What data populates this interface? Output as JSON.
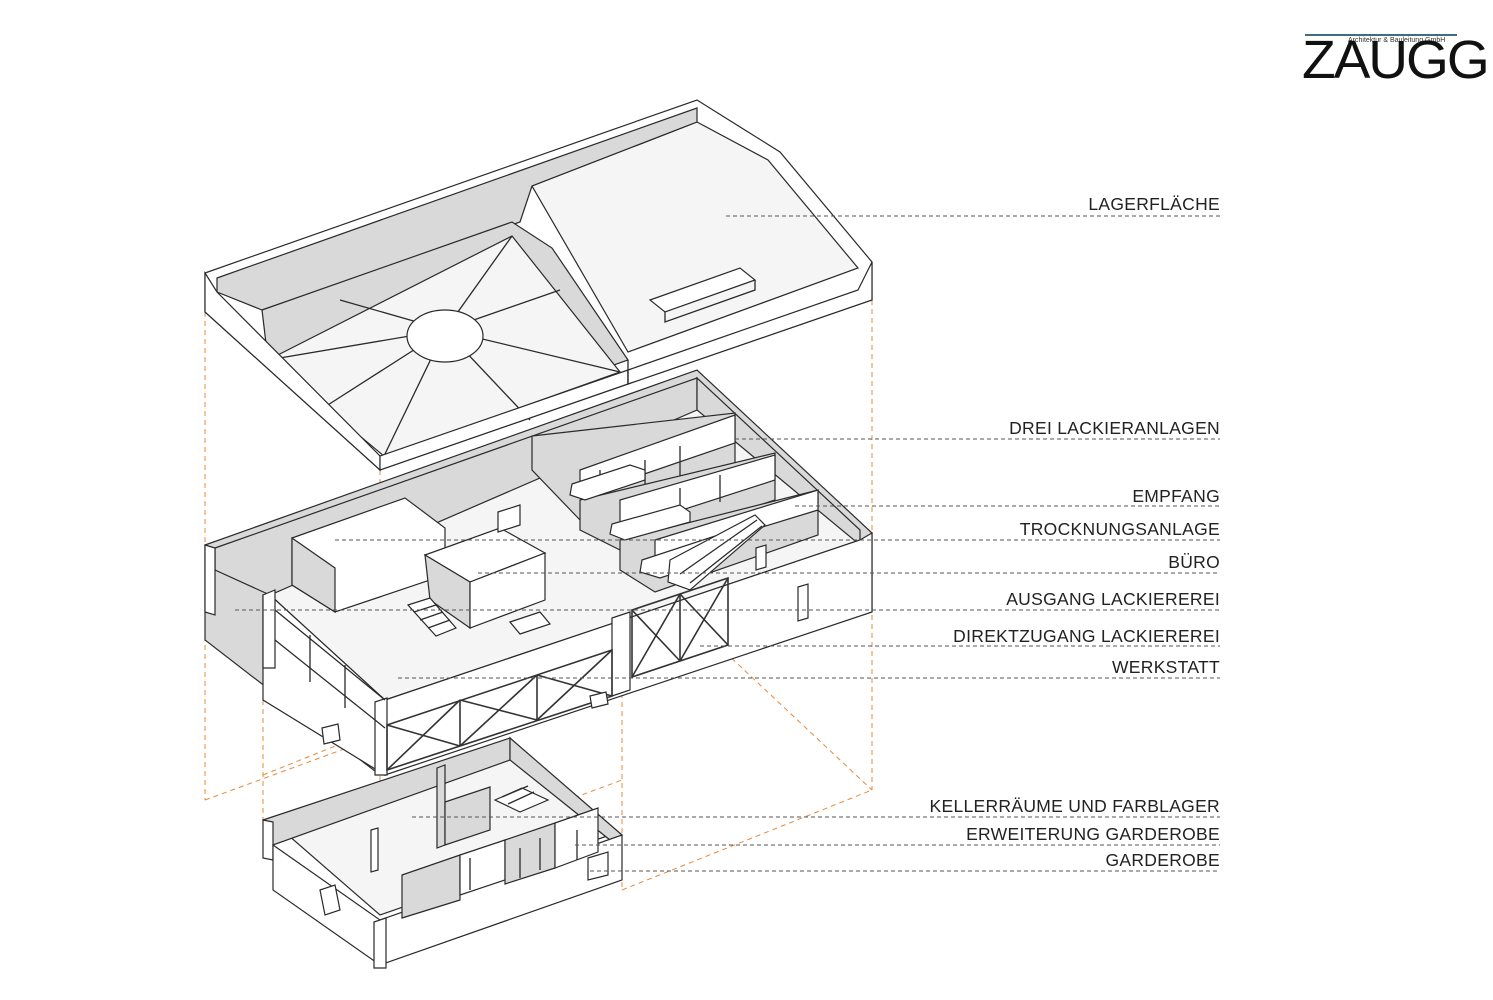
{
  "logo": {
    "name": "ZAUGG",
    "subtitle": "Architektur & Bauleitung GmbH",
    "bar_color": "#3c6f86"
  },
  "labels": {
    "lagerflaeche": "LAGERFLÄCHE",
    "drei_lackieranlagen": "DREI LACKIERANLAGEN",
    "empfang": "EMPFANG",
    "trocknungsanlage": "TROCKNUNGSANLAGE",
    "buero": "BÜRO",
    "ausgang_lackiererei": "AUSGANG LACKIEREREI",
    "direktzugang_lackiererei": "DIREKTZUGANG LACKIEREREI",
    "werkstatt": "WERKSTATT",
    "kellerraeume": "KELLERRÄUME UND FARBLAGER",
    "erweiterung_garderobe": "ERWEITERUNG GARDEROBE",
    "garderobe": "GARDEROBE"
  },
  "colors": {
    "line": "#2a2a2a",
    "wall_shade": "#d9d9d9",
    "floor_shade": "#f4f4f4",
    "guide_orange": "#e8883a",
    "leader": "#555555"
  }
}
